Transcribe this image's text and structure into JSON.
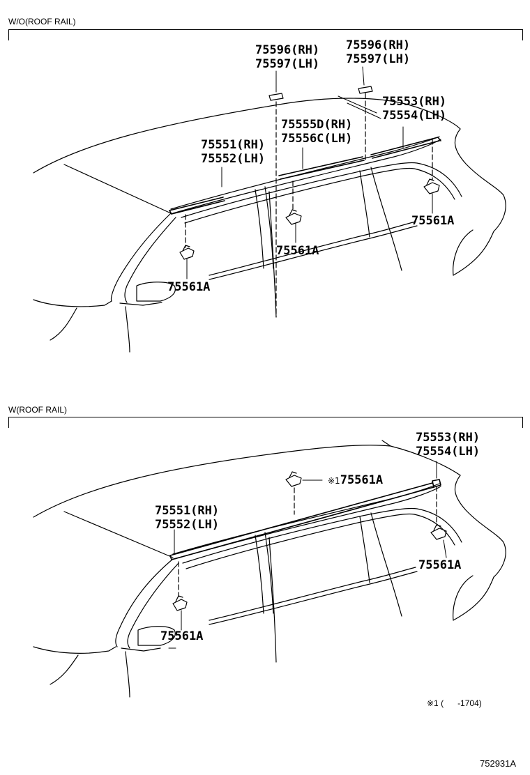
{
  "sections": [
    {
      "label": "W/O(ROOF RAIL)",
      "callouts": [
        {
          "line1": "75596(RH)",
          "line2": "75597(LH)"
        },
        {
          "line1": "75596(RH)",
          "line2": "75597(LH)"
        },
        {
          "line1": "75553(RH)",
          "line2": "75554(LH)"
        },
        {
          "line1": "75555D(RH)",
          "line2": "75556C(LH)"
        },
        {
          "line1": "75551(RH)",
          "line2": "75552(LH)"
        },
        {
          "line1": "75561A"
        },
        {
          "line1": "75561A"
        },
        {
          "line1": "75561A"
        }
      ]
    },
    {
      "label": "W(ROOF RAIL)",
      "callouts": [
        {
          "line1": "75553(RH)",
          "line2": "75554(LH)"
        },
        {
          "mark": "※1",
          "line1": "75561A"
        },
        {
          "line1": "75551(RH)",
          "line2": "75552(LH)"
        },
        {
          "line1": "75561A"
        },
        {
          "line1": "75561A"
        }
      ],
      "footnote": "※1 (      -1704)"
    }
  ],
  "figure_number": "752931A"
}
